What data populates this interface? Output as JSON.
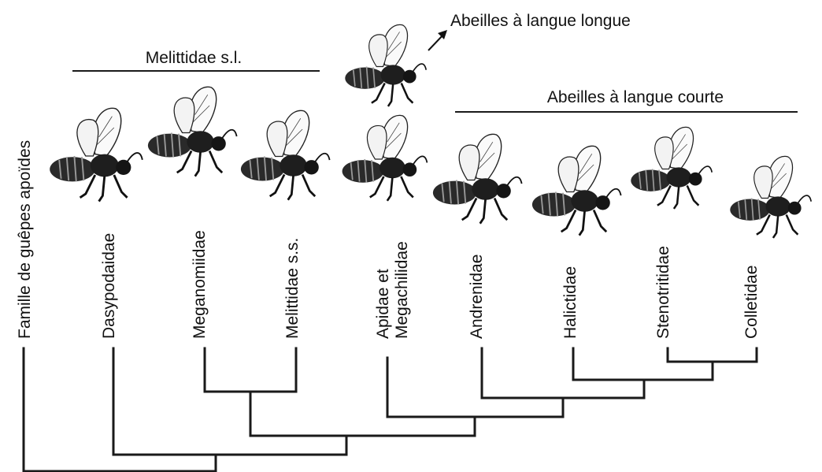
{
  "outgroup": {
    "label": "Famille de guêpes apoïdes"
  },
  "headers": {
    "melittidae": "Melittidae s.l.",
    "long_tongue": "Abeilles à langue longue",
    "short_tongue": "Abeilles à langue courte"
  },
  "taxa": [
    {
      "id": "dasypodaidae",
      "lines": [
        "Dasypodaidae"
      ]
    },
    {
      "id": "meganomiidae",
      "lines": [
        "Meganomiidae"
      ]
    },
    {
      "id": "melittidae-ss",
      "lines": [
        "Melittidae s.s."
      ]
    },
    {
      "id": "apidae-megachilidae",
      "lines": [
        "Apidae et",
        "Megachilidae"
      ]
    },
    {
      "id": "andrenidae",
      "lines": [
        "Andrenidae"
      ]
    },
    {
      "id": "halictidae",
      "lines": [
        "Halictidae"
      ]
    },
    {
      "id": "stenotritidae",
      "lines": [
        "Stenotritidae"
      ]
    },
    {
      "id": "colletidae",
      "lines": [
        "Colletidae"
      ]
    }
  ],
  "colors": {
    "ink": "#1a1a1a",
    "background": "#ffffff"
  },
  "icons": [
    "bee-icon",
    "arrow-icon"
  ]
}
